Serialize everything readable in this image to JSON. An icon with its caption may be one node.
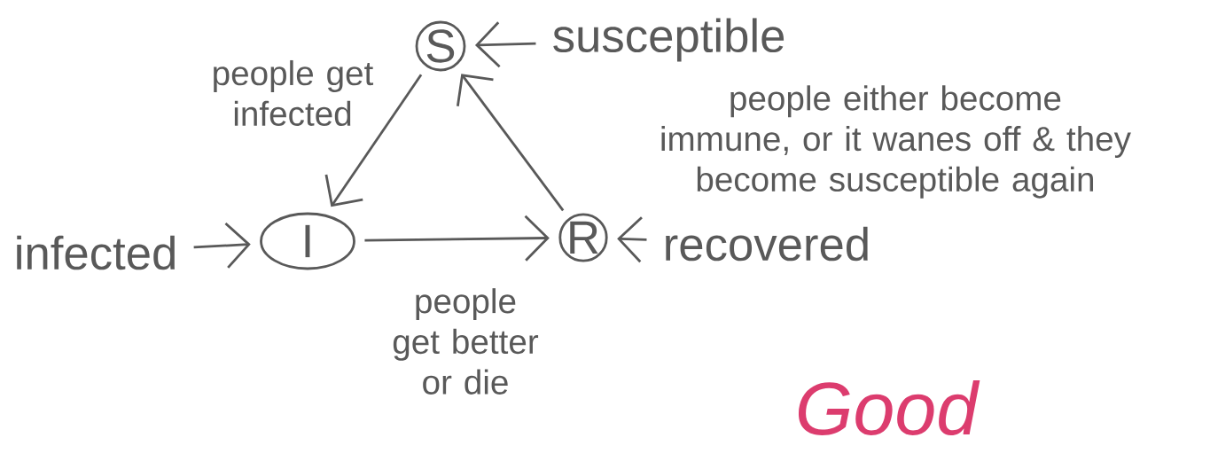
{
  "diagram": {
    "nodes": [
      {
        "text": [
          "S"
        ]
      },
      {
        "text": [
          "susceptible"
        ]
      },
      {
        "text": [
          "infected"
        ]
      },
      {
        "text": [
          "I"
        ]
      },
      {
        "text": [
          "R"
        ]
      },
      {
        "text": [
          "recovered"
        ]
      }
    ],
    "edges": [
      {
        "from": 1,
        "to": 0,
        "arrow": "to"
      },
      {
        "from": 0,
        "to": 3,
        "arrow": "to",
        "label": "people get infected"
      },
      {
        "from": 2,
        "to": 3,
        "arrow": "to"
      },
      {
        "from": 3,
        "to": 4,
        "arrow": "to",
        "label": "people get better or die"
      },
      {
        "from": 4,
        "to": 0,
        "arrow": "to",
        "label": "people either become immune, or it wanes off & they become susceptible again"
      },
      {
        "from": 5,
        "to": 4,
        "arrow": "to"
      }
    ],
    "labels": [
      "Good"
    ]
  }
}
